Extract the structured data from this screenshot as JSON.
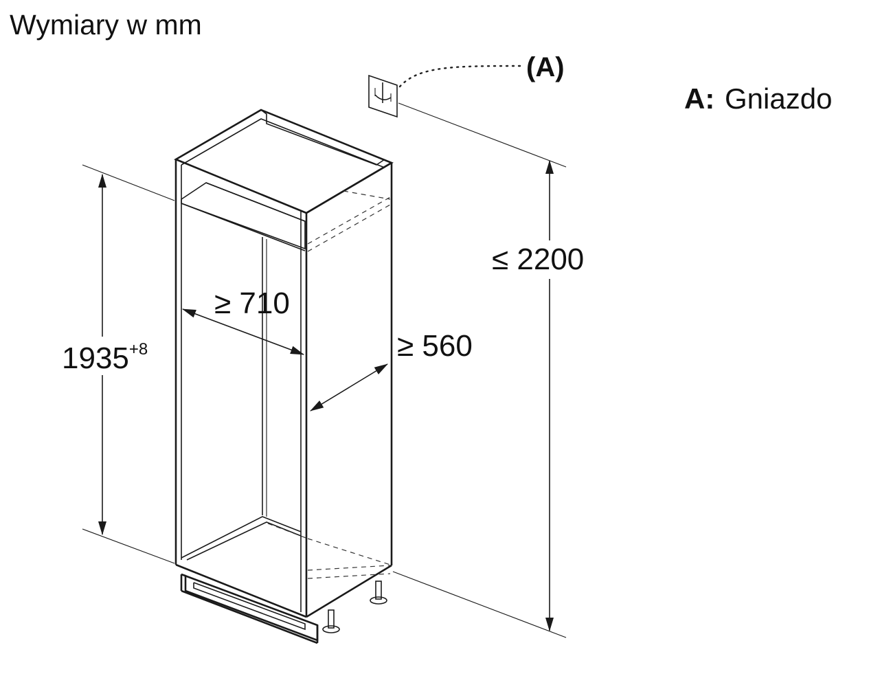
{
  "header": {
    "title": "Wymiary w mm"
  },
  "callout": {
    "label": "(A)"
  },
  "legend": {
    "key": "A:",
    "text": "Gniazdo"
  },
  "dimensions": {
    "max_height": "≤ 2200",
    "niche_height": "1935",
    "niche_height_tolerance": "+8",
    "depth": "≥ 710",
    "width": "≥ 560"
  },
  "icons": {
    "socket": "socket-icon"
  },
  "colors": {
    "line": "#1a1a1a",
    "background": "#ffffff"
  }
}
